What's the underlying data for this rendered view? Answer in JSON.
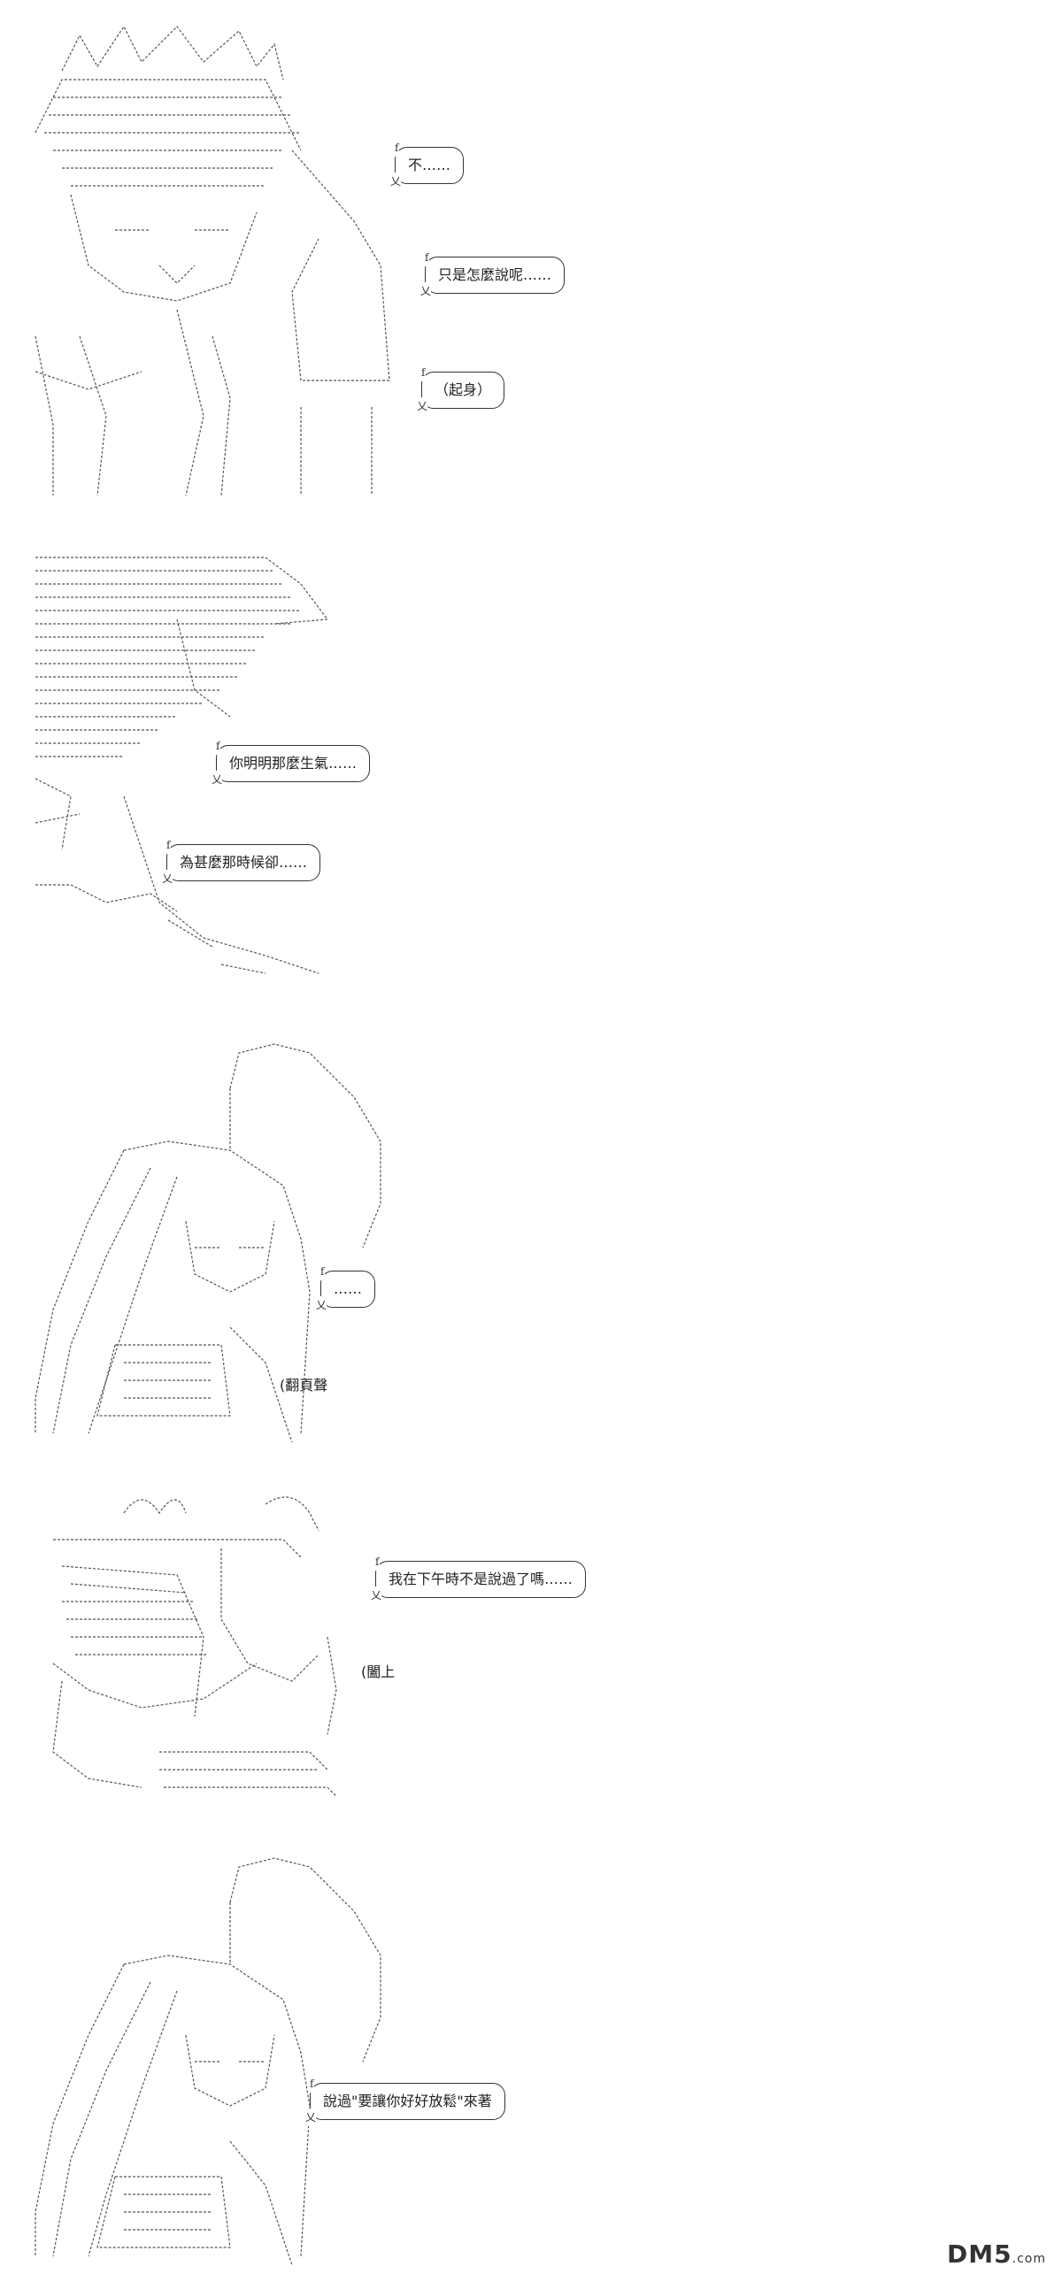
{
  "panels": [
    {
      "bubbles": [
        "不……",
        "只是怎麼說呢……",
        "（起身）"
      ]
    },
    {
      "bubbles": [
        "你明明那麼生氣……",
        "為甚麼那時候卻……"
      ]
    },
    {
      "bubbles": [
        "……"
      ],
      "sfx": "(翻頁聲"
    },
    {
      "bubbles": [
        "我在下午時不是說過了嗎……"
      ],
      "sfx": "(闔上"
    },
    {
      "bubbles": [
        "說過\"要讓你好好放鬆\"來著"
      ]
    }
  ],
  "watermark": {
    "main": "DM5",
    "suffix": ".com"
  },
  "colors": {
    "ink": "#333333",
    "background": "#ffffff"
  }
}
